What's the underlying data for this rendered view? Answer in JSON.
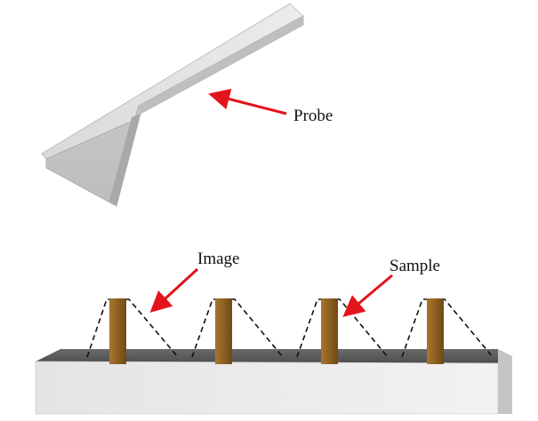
{
  "labels": {
    "probe": "Probe",
    "image": "Image",
    "sample": "Sample"
  },
  "colors": {
    "arrow": "#e3141b",
    "probe_top": "#e2e2e2",
    "probe_face": "#c9c9c9",
    "probe_side": "#a9a9a9",
    "substrate_top": "#5f5f5f",
    "substrate_front": "#e9e9e9",
    "substrate_side": "#c4c4c4",
    "pillar": "#8a5f1e",
    "image_trace": "#111111"
  },
  "sample": {
    "pillar_count": 4
  }
}
